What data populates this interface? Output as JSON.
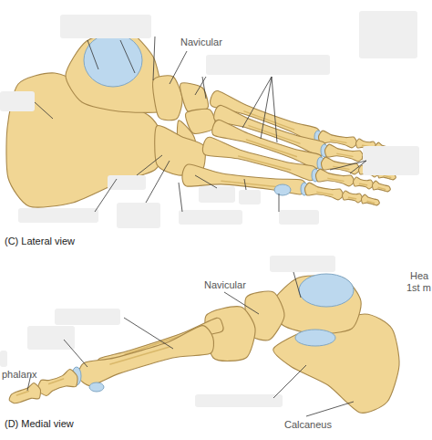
{
  "diagram": {
    "labels": [
      "Navicular",
      "(C) Lateral view",
      "Hea",
      "1st m",
      "Navicular",
      "phalanx",
      "Calcaneus",
      "(D) Medial view"
    ]
  }
}
